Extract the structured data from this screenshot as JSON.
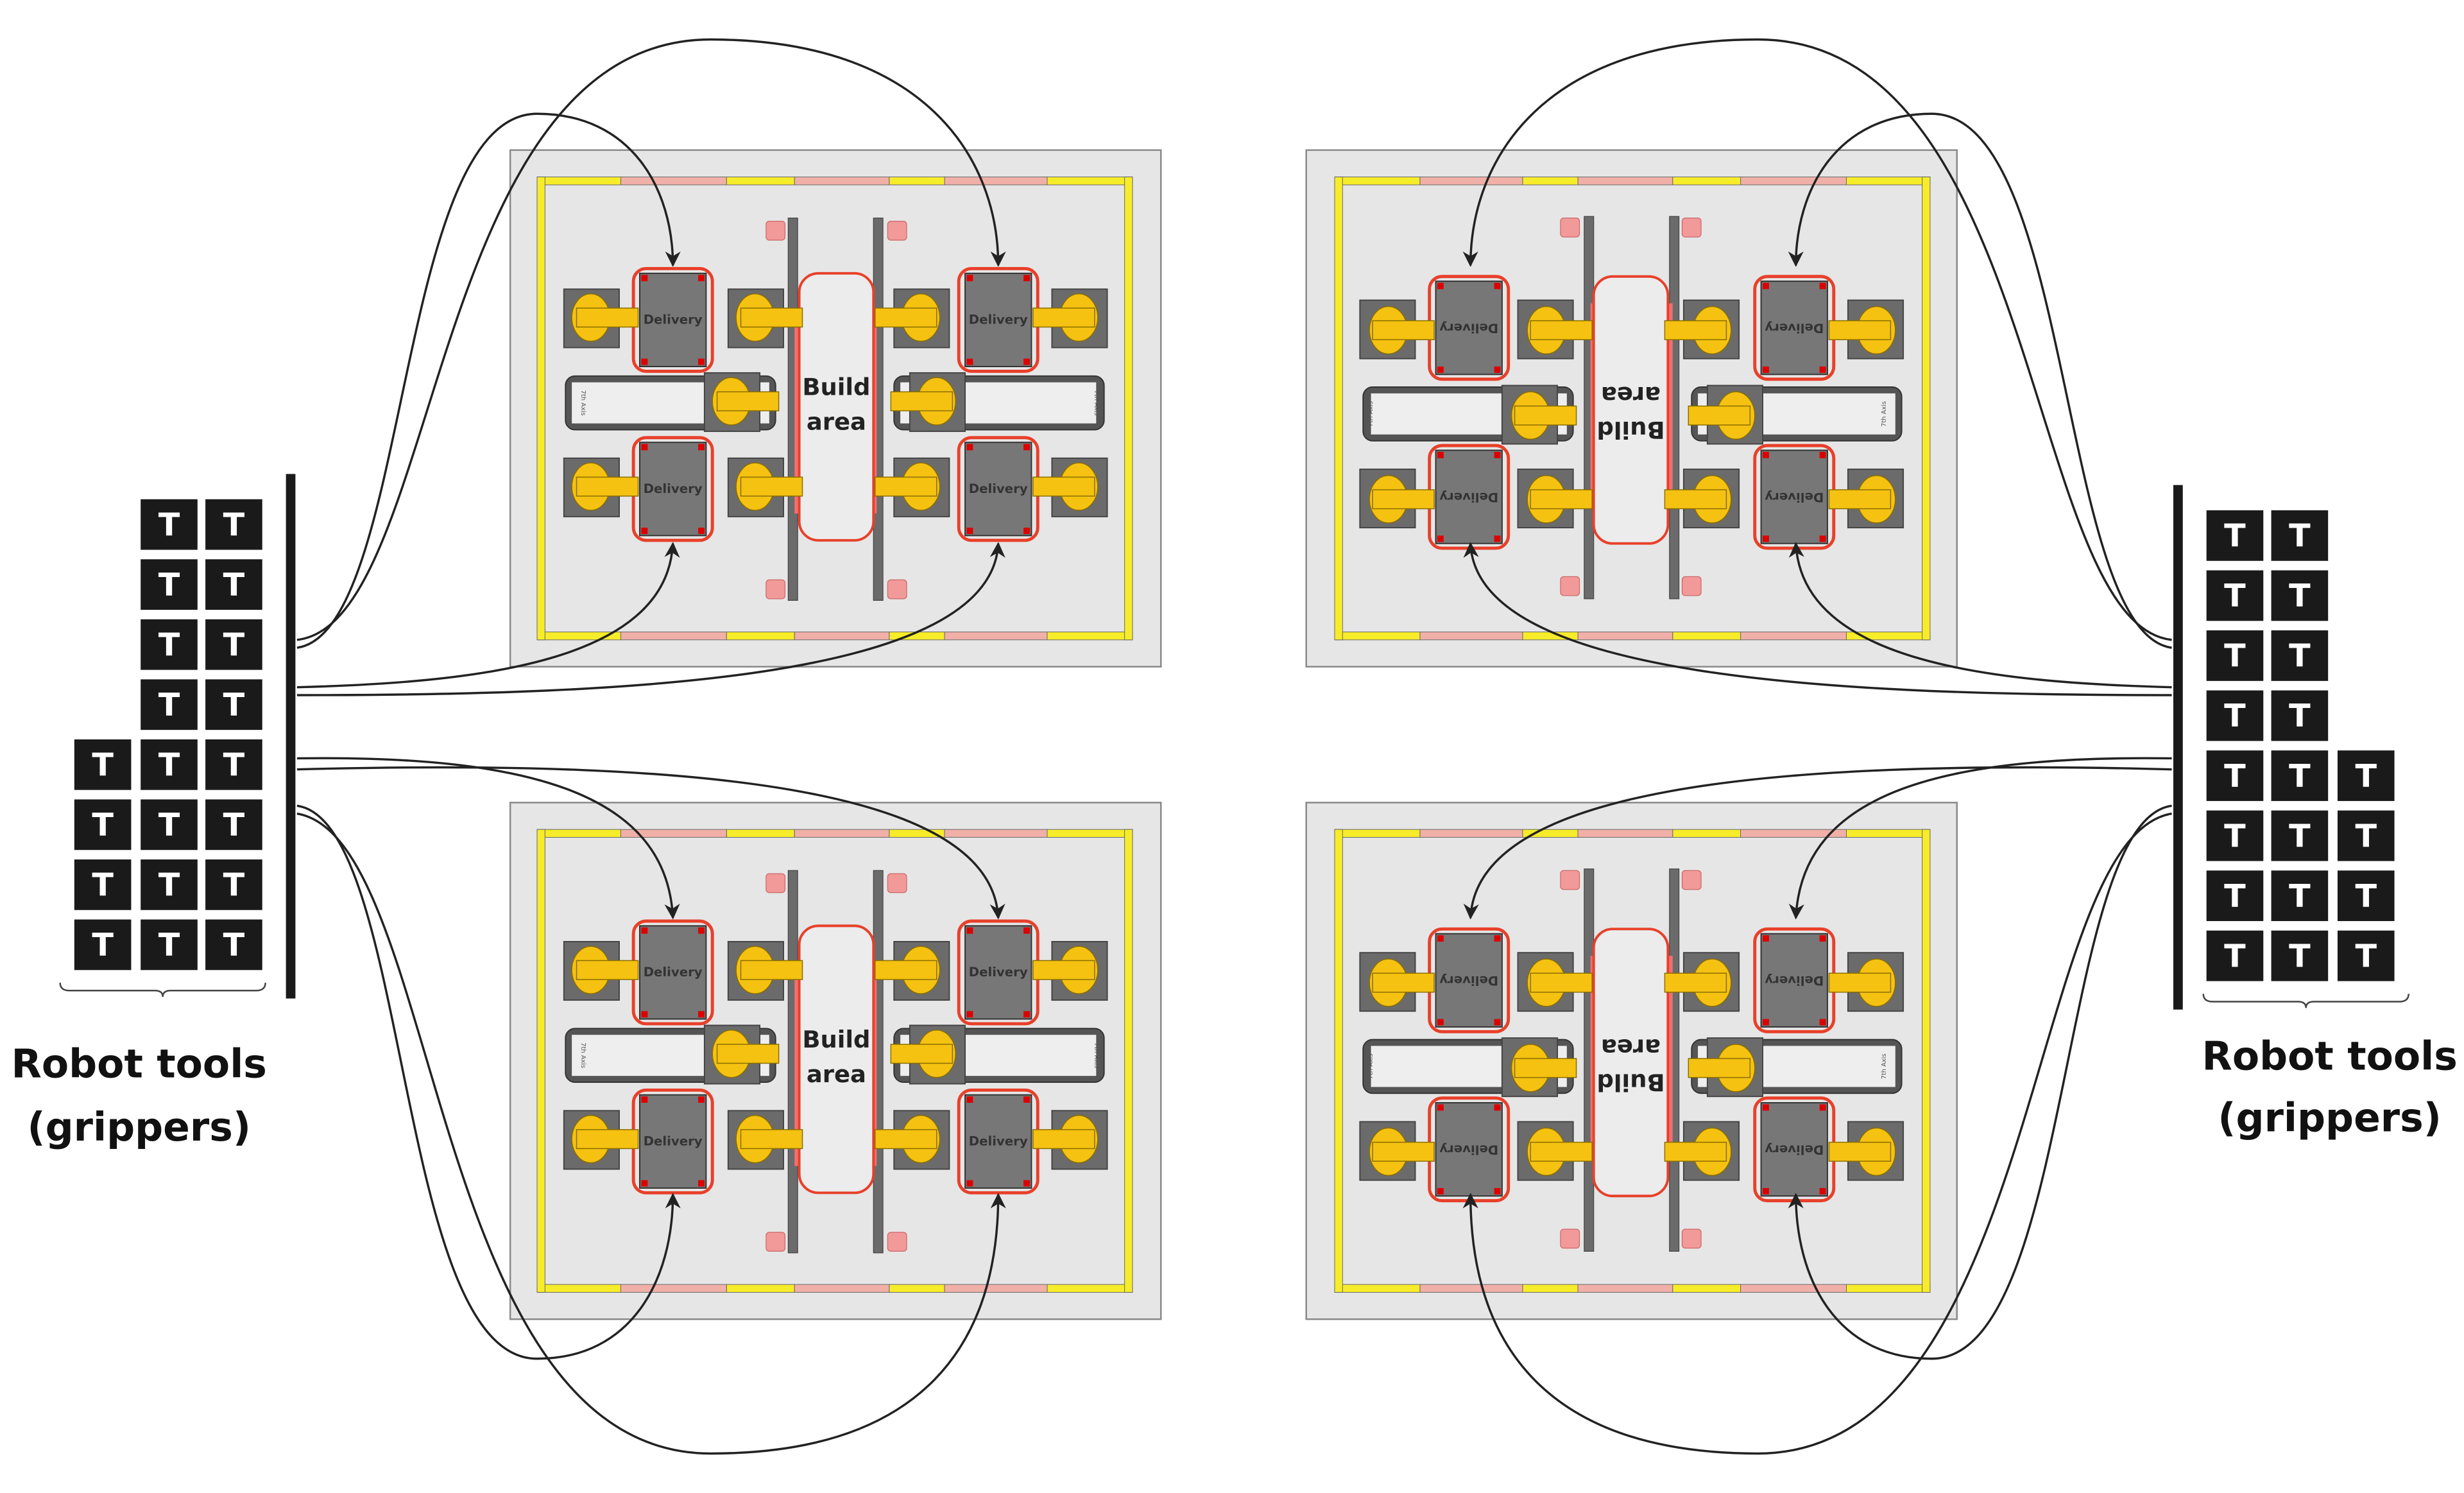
{
  "labels": {
    "tools_left_line1": "Robot tools",
    "tools_left_line2": "(grippers)",
    "tools_right_line1": "Robot tools",
    "tools_right_line2": "(grippers)",
    "tool_glyph": "T",
    "build_line1": "Build",
    "build_line2": "area",
    "delivery": "Delivery",
    "seventh_axis": "7th Axis",
    "seventh_short": "7th"
  },
  "cells": [
    {
      "id": "top-left",
      "rotated": false
    },
    {
      "id": "top-right",
      "rotated": true
    },
    {
      "id": "bottom-left",
      "rotated": false
    },
    {
      "id": "bottom-right",
      "rotated": true
    }
  ],
  "tool_racks": [
    {
      "side": "left",
      "rows": [
        2,
        2,
        2,
        2,
        3,
        3,
        3,
        3
      ]
    },
    {
      "side": "right",
      "rows": [
        2,
        2,
        2,
        2,
        3,
        3,
        3,
        3
      ]
    }
  ],
  "colors": {
    "cell_bg": "#e6e6e6",
    "frame_yellow": "#f7ec2a",
    "frame_pink": "#f0b0a8",
    "robot_yellow": "#f5c211",
    "robot_base": "#6b6b6b",
    "delivery_fill": "#777777",
    "highlight_red": "#e8402a",
    "tool_black": "#1a1a1a"
  }
}
